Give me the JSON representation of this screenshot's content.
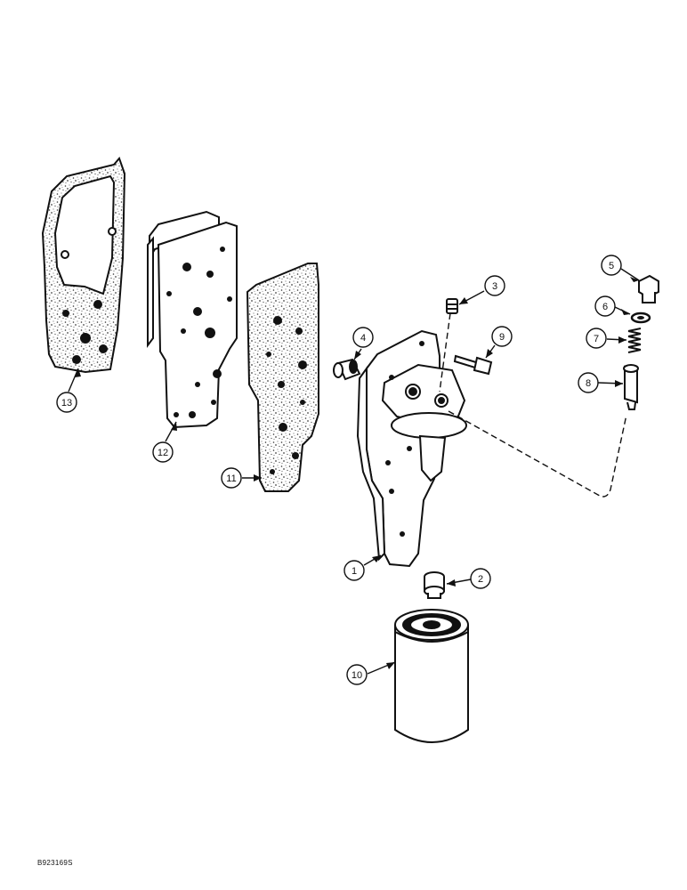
{
  "callouts": {
    "c1": "1",
    "c2": "2",
    "c3": "3",
    "c4": "4",
    "c5": "5",
    "c6": "6",
    "c7": "7",
    "c8": "8",
    "c9": "9",
    "c10": "10",
    "c11": "11",
    "c12": "12",
    "c13": "13"
  },
  "reference_code": "B923169S",
  "colors": {
    "ink": "#111111",
    "paper": "#ffffff",
    "speckle": "#555555"
  }
}
